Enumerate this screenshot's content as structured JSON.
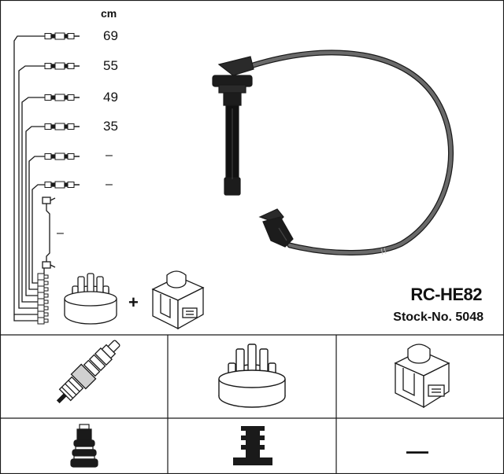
{
  "header": {
    "unit_label": "cm",
    "model": "RC-HE82",
    "stock_prefix": "Stock-No.",
    "stock_number": "5048"
  },
  "leads": [
    {
      "length": "69"
    },
    {
      "length": "55"
    },
    {
      "length": "49"
    },
    {
      "length": "35"
    },
    {
      "length": "–"
    },
    {
      "length": "–"
    },
    {
      "length": "–"
    }
  ],
  "kit": {
    "plus_sign": "+"
  },
  "parts_grid": {
    "cells": [
      {
        "icon": "spark-plug-icon"
      },
      {
        "icon": "distributor-cap-icon"
      },
      {
        "icon": "ignition-coil-icon"
      },
      {
        "icon": "plug-connector-icon"
      },
      {
        "icon": "distributor-terminal-icon"
      },
      {
        "icon": "coil-connector-icon",
        "text": "—"
      }
    ]
  },
  "colors": {
    "line": "#1a1a1a",
    "cable": "#5a5a5a",
    "background": "#ffffff"
  }
}
